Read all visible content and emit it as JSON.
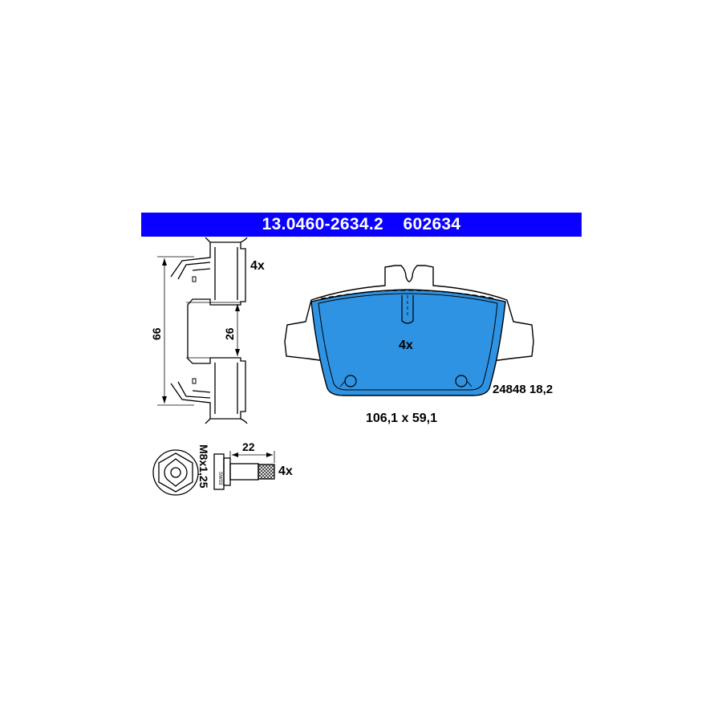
{
  "header": {
    "part_number": "13.0460-2634.2",
    "ref_number": "602634"
  },
  "clip": {
    "quantity": "4x",
    "dim_height": "66",
    "dim_gap": "26"
  },
  "pad": {
    "quantity": "4x",
    "dimensions": "106,1 x 59,1",
    "code": "24848 18,2"
  },
  "bolt": {
    "quantity": "4x",
    "length": "22",
    "thread": "M8x1,25",
    "head_marking": "SW03"
  },
  "colors": {
    "banner": "#0a00ff",
    "pad_fill": "#2f93e3",
    "line": "#000000"
  },
  "icons": [
    "torx-head-icon"
  ]
}
